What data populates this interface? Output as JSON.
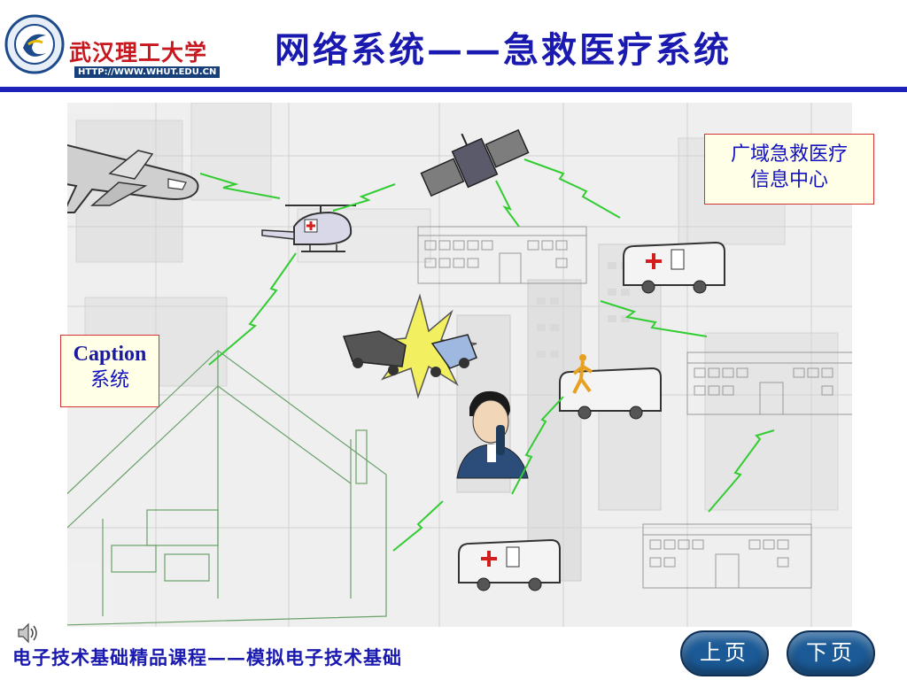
{
  "header": {
    "logo_name": "武汉理工大学",
    "logo_url": "HTTP://WWW.WHUT.EDU.CN",
    "title": "网络系统——急救医疗系统"
  },
  "diagram": {
    "center_label_line1": "广域急救医疗",
    "center_label_line2": "信息中心",
    "caption_line1": "Caption",
    "caption_line2": "系统"
  },
  "footer": {
    "course_text": "电子技术基础精品课程——模拟电子技术基础",
    "prev_label": "上页",
    "next_label": "下页"
  },
  "colors": {
    "title_blue": "#1a1ab0",
    "rule_blue": "#1e22b8",
    "box_border": "#d23333",
    "signal_green": "#33cc33",
    "button_blue": "#1b5a96"
  },
  "icons": [
    "speaker-icon",
    "airplane-icon",
    "helicopter-icon",
    "satellite-icon",
    "ambulance-icon",
    "hospital-icon",
    "crash-icon",
    "phone-operator-icon",
    "house-icon"
  ]
}
